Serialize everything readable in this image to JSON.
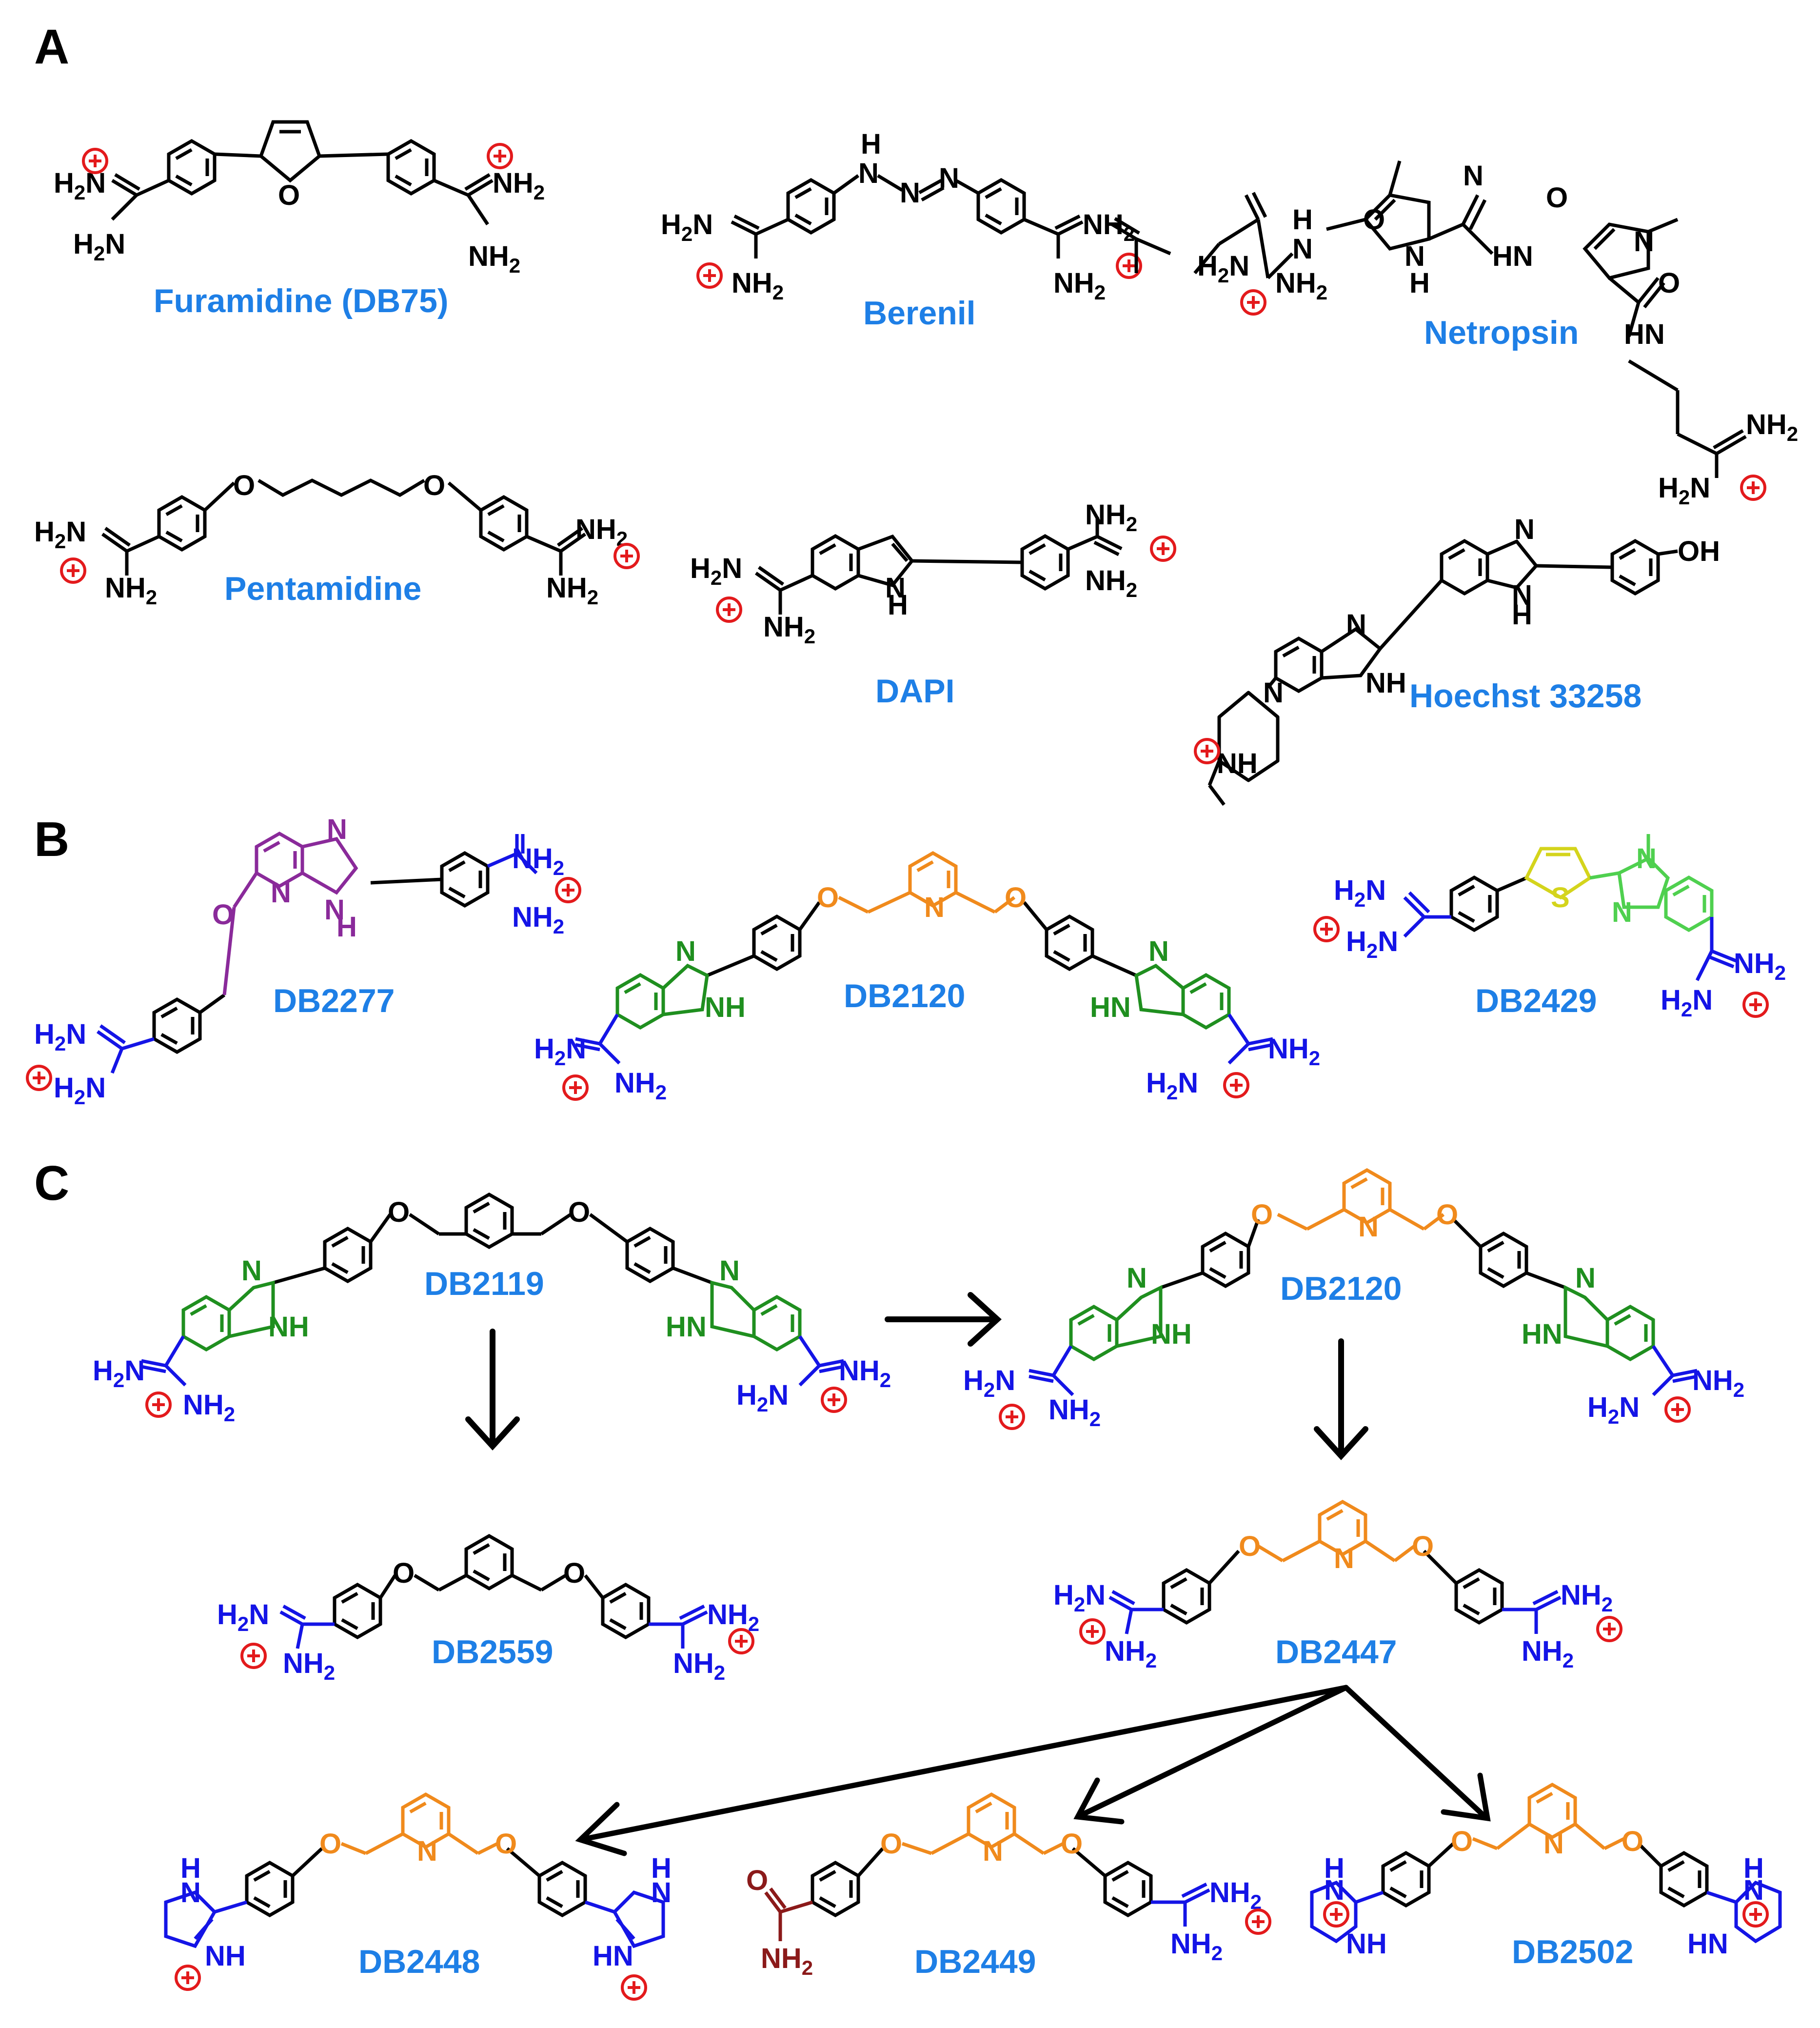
{
  "panels": {
    "a": "A",
    "b": "B",
    "c": "C"
  },
  "compounds": {
    "furamidine": "Furamidine (DB75)",
    "berenil": "Berenil",
    "netropsin": "Netropsin",
    "pentamidine": "Pentamidine",
    "dapi": "DAPI",
    "hoechst": "Hoechst 33258",
    "db2277": "DB2277",
    "db2120b": "DB2120",
    "db2429": "DB2429",
    "db2119": "DB2119",
    "db2120c": "DB2120",
    "db2559": "DB2559",
    "db2447": "DB2447",
    "db2448": "DB2448",
    "db2449": "DB2449",
    "db2502": "DB2502"
  },
  "atoms": {
    "h2n": "H2N",
    "nh2": "NH2",
    "n": "N",
    "nh": "NH",
    "hn": "HN",
    "h": "H",
    "o": "O",
    "s": "S",
    "oh": "OH"
  },
  "colors": {
    "label": "#1e7fe6",
    "amidine": "#1414e6",
    "benzimidazole": "#1f8f1f",
    "pyridine": "#f08a1c",
    "azabenzimidazole": "#8a2a9a",
    "thiophene": "#d4d41c",
    "methylbenzimidazole": "#4fd04f",
    "amide": "#8b1a1a",
    "charge": "#e31a1c",
    "bond": "#000000"
  }
}
